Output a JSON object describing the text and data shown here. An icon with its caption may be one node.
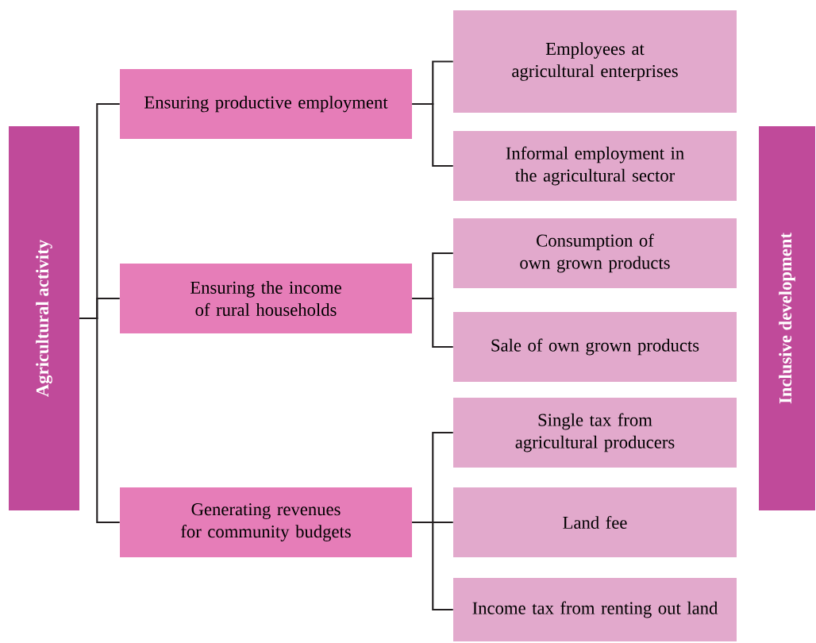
{
  "diagram": {
    "nodes": [
      {
        "text": [
          "Agricultural activity"
        ]
      },
      {
        "text": [
          "Ensuring productive employment"
        ]
      },
      {
        "text": [
          "Ensuring the income of rural households"
        ]
      },
      {
        "text": [
          "Generating revenues for community budgets"
        ]
      },
      {
        "text": [
          "Employees at agricultural enterprises"
        ]
      },
      {
        "text": [
          "Informal employment in the agricultural sector"
        ]
      },
      {
        "text": [
          "Consumption of own grown products"
        ]
      },
      {
        "text": [
          "Sale of own grown products"
        ]
      },
      {
        "text": [
          "Single tax from agricultural producers"
        ]
      },
      {
        "text": [
          "Land fee"
        ]
      },
      {
        "text": [
          "Income tax from renting out land"
        ]
      },
      {
        "text": [
          "Inclusive development"
        ]
      }
    ],
    "edges": [
      {
        "from": 0,
        "to": 1,
        "arrow": "none"
      },
      {
        "from": 0,
        "to": 2,
        "arrow": "none"
      },
      {
        "from": 0,
        "to": 3,
        "arrow": "none"
      },
      {
        "from": 1,
        "to": 4,
        "arrow": "none"
      },
      {
        "from": 1,
        "to": 5,
        "arrow": "none"
      },
      {
        "from": 2,
        "to": 6,
        "arrow": "none"
      },
      {
        "from": 2,
        "to": 7,
        "arrow": "none"
      },
      {
        "from": 3,
        "to": 8,
        "arrow": "none"
      },
      {
        "from": 3,
        "to": 9,
        "arrow": "none"
      },
      {
        "from": 3,
        "to": 10,
        "arrow": "none"
      }
    ]
  }
}
